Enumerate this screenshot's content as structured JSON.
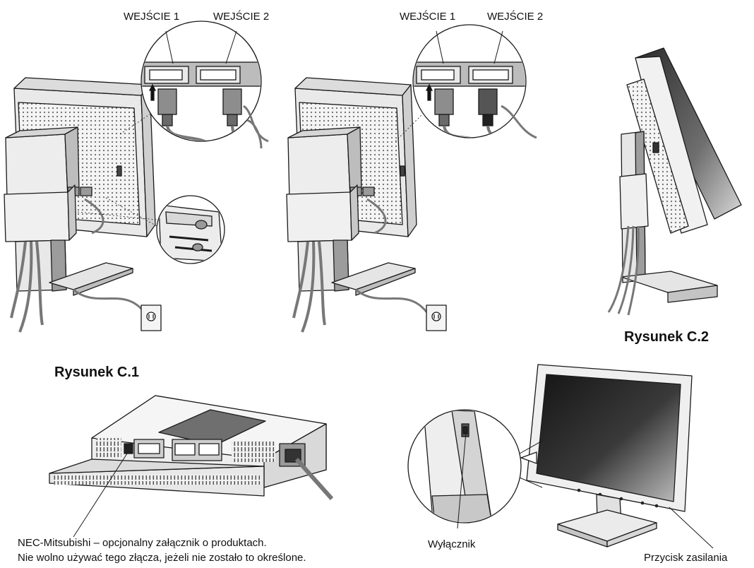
{
  "figure_c1": {
    "title": "Rysunek C.1",
    "left_view": {
      "input1": "WEJŚCIE 1",
      "input2": "WEJŚCIE 2"
    },
    "right_view": {
      "input1": "WEJŚCIE 1",
      "input2": "WEJŚCIE 2"
    }
  },
  "figure_c2": {
    "title": "Rysunek C.2"
  },
  "bottom_left": {
    "note_line1": "NEC-Mitsubishi – opcjonalny załącznik o produktach.",
    "note_line2": "Nie wolno używać tego złącza, jeżeli nie zostało to określone."
  },
  "bottom_right": {
    "switch_label": "Wyłącznik",
    "power_button_label": "Przycisk zasilania"
  },
  "colors": {
    "line": "#1a1a1a",
    "panel_light": "#ededed",
    "panel_mid": "#d4d4d4",
    "panel_dark": "#8c8c8c",
    "screen_dark": "#1f1f1f",
    "screen_light": "#bdbdbd"
  }
}
